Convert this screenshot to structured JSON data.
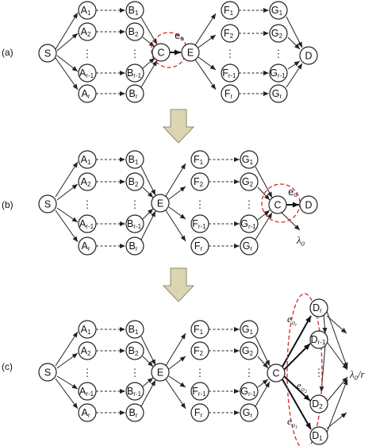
{
  "panels": [
    {
      "id": "a",
      "label": "(a)"
    },
    {
      "id": "b",
      "label": "(b)"
    },
    {
      "id": "c",
      "label": "(c)"
    }
  ],
  "nodes": {
    "S": "S",
    "C": "C",
    "E": "E",
    "D": "D",
    "A": "A",
    "B": "B",
    "F": "F",
    "G": "G"
  },
  "subscripts": [
    "1",
    "2",
    "r-1",
    "r"
  ],
  "d_subscripts": [
    "r",
    "r-1",
    "2",
    "1"
  ],
  "edge_labels": {
    "e": "e",
    "o": "o",
    "o1": "1",
    "o2": "2",
    "or": "r",
    "lambda0": "λ",
    "zero": "0",
    "lambda_over_r": "λ",
    "over_r": "/r"
  },
  "ellipsis": "⋮",
  "colors": {
    "highlight": "#d9242b",
    "flow_arrow": "#dad6b2"
  }
}
